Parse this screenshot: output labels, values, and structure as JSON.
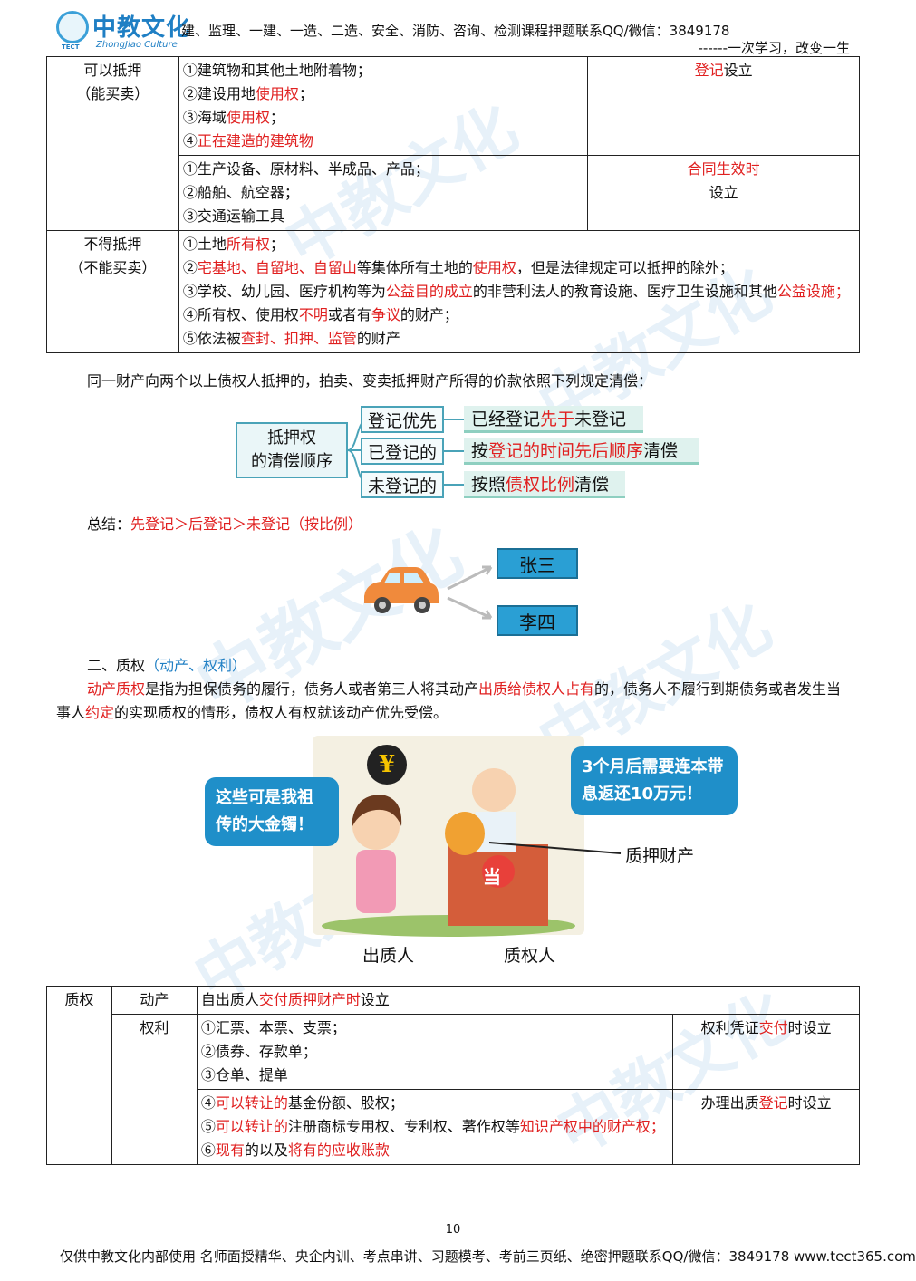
{
  "header": {
    "logo_title": "中教文化",
    "logo_sub": "ZhongJiao Culture",
    "logo_tect": "TECT",
    "line1": "建、监理、一建、一造、二造、安全、消防、咨询、检测课程押题联系QQ/微信：3849178",
    "line2": "------一次学习，改变一生"
  },
  "table1": {
    "can_label": "可以抵押",
    "can_sub": "（能买卖）",
    "group1": {
      "items": [
        {
          "parts": [
            {
              "t": "①建筑物和其他土地附着物；",
              "r": false
            }
          ]
        },
        {
          "parts": [
            {
              "t": "②建设用地",
              "r": false
            },
            {
              "t": "使用权",
              "r": true
            },
            {
              "t": "；",
              "r": false
            }
          ]
        },
        {
          "parts": [
            {
              "t": "③海域",
              "r": false
            },
            {
              "t": "使用权",
              "r": true
            },
            {
              "t": "；",
              "r": false
            }
          ]
        },
        {
          "parts": [
            {
              "t": "④",
              "r": false
            },
            {
              "t": "正在建造的建筑物",
              "r": true
            }
          ]
        }
      ],
      "effect_red": "登记",
      "effect_black": "设立"
    },
    "group2": {
      "items": [
        {
          "parts": [
            {
              "t": "①生产设备、原材料、半成品、产品；",
              "r": false
            }
          ]
        },
        {
          "parts": [
            {
              "t": "②船舶、航空器；",
              "r": false
            }
          ]
        },
        {
          "parts": [
            {
              "t": "③交通运输工具",
              "r": false
            }
          ]
        }
      ],
      "effect_red": "合同生效时",
      "effect_black": "设立"
    },
    "cannot_label": "不得抵押",
    "cannot_sub": "（不能买卖）",
    "cannot_items": [
      {
        "parts": [
          {
            "t": "①土地",
            "r": false
          },
          {
            "t": "所有权",
            "r": true
          },
          {
            "t": "；",
            "r": false
          }
        ]
      },
      {
        "parts": [
          {
            "t": "②",
            "r": false
          },
          {
            "t": "宅基地、自留地、自留山",
            "r": true
          },
          {
            "t": "等集体所有土地的",
            "r": false
          },
          {
            "t": "使用权",
            "r": true
          },
          {
            "t": "，但是法律规定可以抵押的除外；",
            "r": false
          }
        ]
      },
      {
        "parts": [
          {
            "t": "③学校、幼儿园、医疗机构等为",
            "r": false
          },
          {
            "t": "公益目的成立",
            "r": true
          },
          {
            "t": "的非营利法人的教育设施、医疗卫生设施和其他",
            "r": false
          },
          {
            "t": "公益设施；",
            "r": true
          }
        ]
      },
      {
        "parts": [
          {
            "t": "④所有权、使用权",
            "r": false
          },
          {
            "t": "不明",
            "r": true
          },
          {
            "t": "或者有",
            "r": false
          },
          {
            "t": "争议",
            "r": true
          },
          {
            "t": "的财产；",
            "r": false
          }
        ]
      },
      {
        "parts": [
          {
            "t": "⑤依法被",
            "r": false
          },
          {
            "t": "查封、扣押、监管",
            "r": true
          },
          {
            "t": "的财产",
            "r": false
          }
        ]
      }
    ]
  },
  "para1": "同一财产向两个以上债权人抵押的，拍卖、变卖抵押财产所得的价款依照下列规定清偿：",
  "mindmap": {
    "root_line1": "抵押权",
    "root_line2": "的清偿顺序",
    "branches": [
      {
        "left": "登记优先",
        "right": [
          {
            "t": "已经登记",
            "r": false
          },
          {
            "t": "先于",
            "r": true
          },
          {
            "t": "未登记",
            "r": false
          }
        ]
      },
      {
        "left": "已登记的",
        "right": [
          {
            "t": "按",
            "r": false
          },
          {
            "t": "登记的时间先后顺序",
            "r": true
          },
          {
            "t": "清偿",
            "r": false
          }
        ]
      },
      {
        "left": "未登记的",
        "right": [
          {
            "t": "按照",
            "r": false
          },
          {
            "t": "债权比例",
            "r": true
          },
          {
            "t": "清偿",
            "r": false
          }
        ]
      }
    ]
  },
  "summary_label": "总结：",
  "summary_red": "先登记＞后登记＞未登记（按比例）",
  "car_targets": [
    "张三",
    "李四"
  ],
  "section2_title_black": "二、质权",
  "section2_title_blue": "（动产、权利）",
  "para2": [
    {
      "t": "动产质权",
      "r": true
    },
    {
      "t": "是指为担保债务的履行，债务人或者第三人将其动产",
      "r": false
    },
    {
      "t": "出质给债权人占有",
      "r": true
    },
    {
      "t": "的，债务人不履行到期债务或者发生当事人",
      "r": false
    },
    {
      "t": "约定",
      "r": true
    },
    {
      "t": "的实现质权的情形，债权人有权就该动产优先受偿。",
      "r": false
    }
  ],
  "illustration": {
    "bubble_left": "这些可是我祖传的大金镯！",
    "bubble_right": "3个月后需要连本带息返还10万元！",
    "pledged_label": "质押财产",
    "pledgor": "出质人",
    "pledgee": "质权人",
    "counter_sign": "当",
    "yuan_sign": "¥"
  },
  "table2": {
    "main": "质权",
    "movable": "动产",
    "movable_desc": [
      {
        "t": "自出质人",
        "r": false
      },
      {
        "t": "交付质押财产时",
        "r": true
      },
      {
        "t": "设立",
        "r": false
      }
    ],
    "rights": "权利",
    "rights_g1": [
      {
        "parts": [
          {
            "t": "①汇票、本票、支票；",
            "r": false
          }
        ]
      },
      {
        "parts": [
          {
            "t": "②债券、存款单；",
            "r": false
          }
        ]
      },
      {
        "parts": [
          {
            "t": "③仓单、提单",
            "r": false
          }
        ]
      }
    ],
    "rights_g1_effect": [
      {
        "t": "权利凭证",
        "r": false
      },
      {
        "t": "交付",
        "r": true
      },
      {
        "t": "时设立",
        "r": false
      }
    ],
    "rights_g2": [
      {
        "parts": [
          {
            "t": "④",
            "r": false
          },
          {
            "t": "可以转让的",
            "r": true
          },
          {
            "t": "基金份额、股权；",
            "r": false
          }
        ]
      },
      {
        "parts": [
          {
            "t": "⑤",
            "r": false
          },
          {
            "t": "可以转让的",
            "r": true
          },
          {
            "t": "注册商标专用权、专利权、著作权等",
            "r": false
          },
          {
            "t": "知识产权中的财产权；",
            "r": true
          }
        ]
      },
      {
        "parts": [
          {
            "t": "⑥",
            "r": false
          },
          {
            "t": "现有",
            "r": true
          },
          {
            "t": "的以及",
            "r": false
          },
          {
            "t": "将有的应收账款",
            "r": true
          }
        ]
      }
    ],
    "rights_g2_effect": [
      {
        "t": "办理出质",
        "r": false
      },
      {
        "t": "登记",
        "r": true
      },
      {
        "t": "时设立",
        "r": false
      }
    ]
  },
  "page_number": "10",
  "footer": "仅供中教文化内部使用 名师面授精华、央企内训、考点串讲、习题模考、考前三页纸、绝密押题联系QQ/微信：3849178 www.tect365.com",
  "colors": {
    "accent_red": "#e02020",
    "brand_blue": "#1f7fc4",
    "diagram_teal": "#4aa3b8",
    "name_box_blue": "#2a9fd4"
  }
}
